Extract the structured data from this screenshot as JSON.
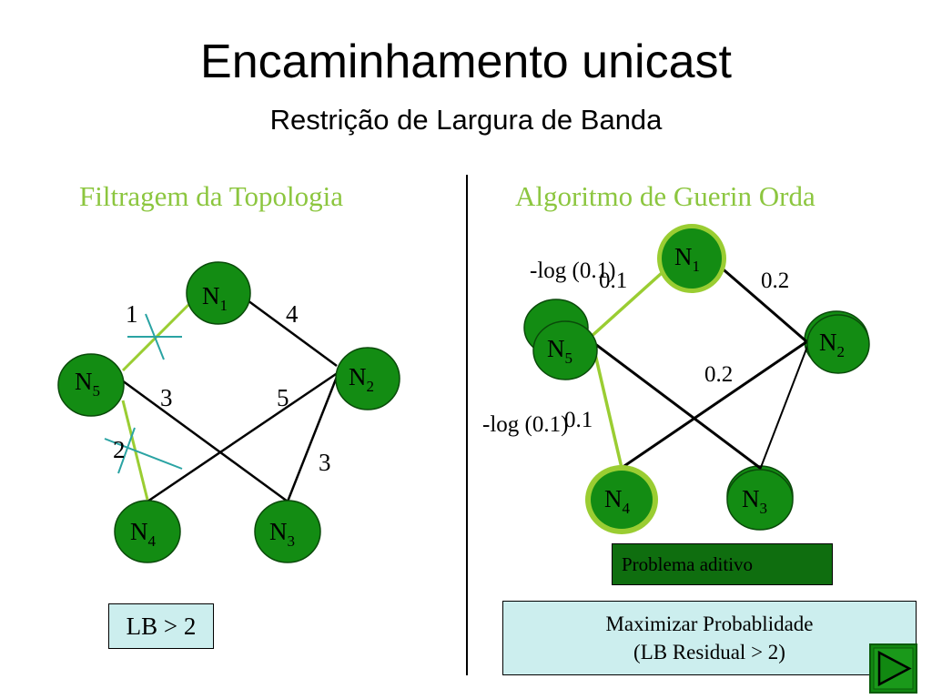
{
  "title": "Encaminhamento unicast",
  "subtitle": "Restrição de Largura de Banda",
  "left": {
    "heading": "Filtragem da Topologia",
    "nodes": [
      {
        "id": "N1",
        "label": "N",
        "sub": "1"
      },
      {
        "id": "N2",
        "label": "N",
        "sub": "2"
      },
      {
        "id": "N3",
        "label": "N",
        "sub": "3"
      },
      {
        "id": "N4",
        "label": "N",
        "sub": "4"
      },
      {
        "id": "N5",
        "label": "N",
        "sub": "5"
      }
    ],
    "edges": [
      {
        "from": "N5",
        "to": "N1",
        "weight": "1",
        "removed": true
      },
      {
        "from": "N1",
        "to": "N2",
        "weight": "4"
      },
      {
        "from": "N5",
        "to": "N3",
        "weight": "3"
      },
      {
        "from": "N4",
        "to": "N2",
        "weight": "5"
      },
      {
        "from": "N2",
        "to": "N3",
        "weight": "3"
      },
      {
        "from": "N5",
        "to": "N4",
        "weight": "2",
        "removed": true
      }
    ],
    "constraint": "LB > 2"
  },
  "right": {
    "heading": "Algoritmo de Guerin Orda",
    "nodes": [
      {
        "id": "N1",
        "label": "N",
        "sub": "1"
      },
      {
        "id": "N2",
        "label": "N",
        "sub": "2"
      },
      {
        "id": "N3",
        "label": "N",
        "sub": "3"
      },
      {
        "id": "N4",
        "label": "N",
        "sub": "4"
      },
      {
        "id": "N5",
        "label": "N",
        "sub": "5"
      }
    ],
    "edge_labels": {
      "n5_n1_log": "-log (0.1)",
      "n5_n1_prob": "0.1",
      "n1_n2": "0.2",
      "cross": "0.2",
      "n5_n4_log": "-log (0.1)",
      "n5_n4_prob": "0.1"
    },
    "note": "Problema aditivo",
    "objective_line1": "Maximizar Probablidade",
    "objective_line2": "(LB Residual > 2)"
  },
  "colors": {
    "node_fill": "#138c13",
    "highlight": "#9acd32",
    "heading": "#8cc63f",
    "box_fill": "#cceeee",
    "cross_mark": "#2aa3a3"
  },
  "icons": {
    "next": "play-triangle-icon"
  }
}
